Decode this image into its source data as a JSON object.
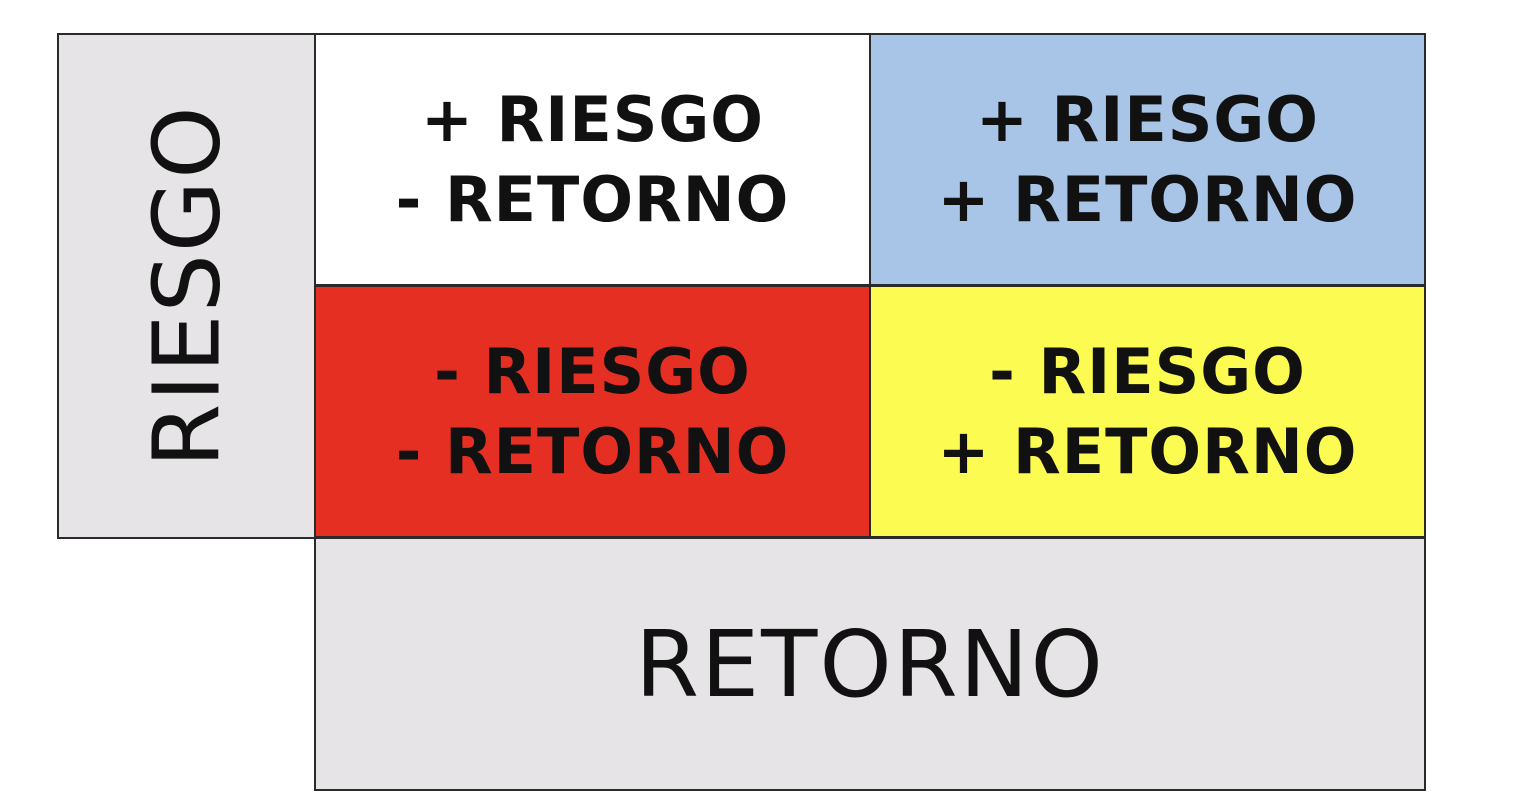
{
  "axes": {
    "y_label": "RIESGO",
    "x_label": "RETORNO"
  },
  "quadrants": [
    {
      "id": "top-left",
      "line1": "+ RIESGO",
      "line2": "- RETORNO",
      "color": "#ffffff"
    },
    {
      "id": "top-right",
      "line1": "+ RIESGO",
      "line2": "+ RETORNO",
      "color": "#a8c4e6"
    },
    {
      "id": "bottom-left",
      "line1": "- RIESGO",
      "line2": "- RETORNO",
      "color": "#e52f22"
    },
    {
      "id": "bottom-right",
      "line1": "- RIESGO",
      "line2": "+ RETORNO",
      "color": "#fbfb52"
    }
  ]
}
